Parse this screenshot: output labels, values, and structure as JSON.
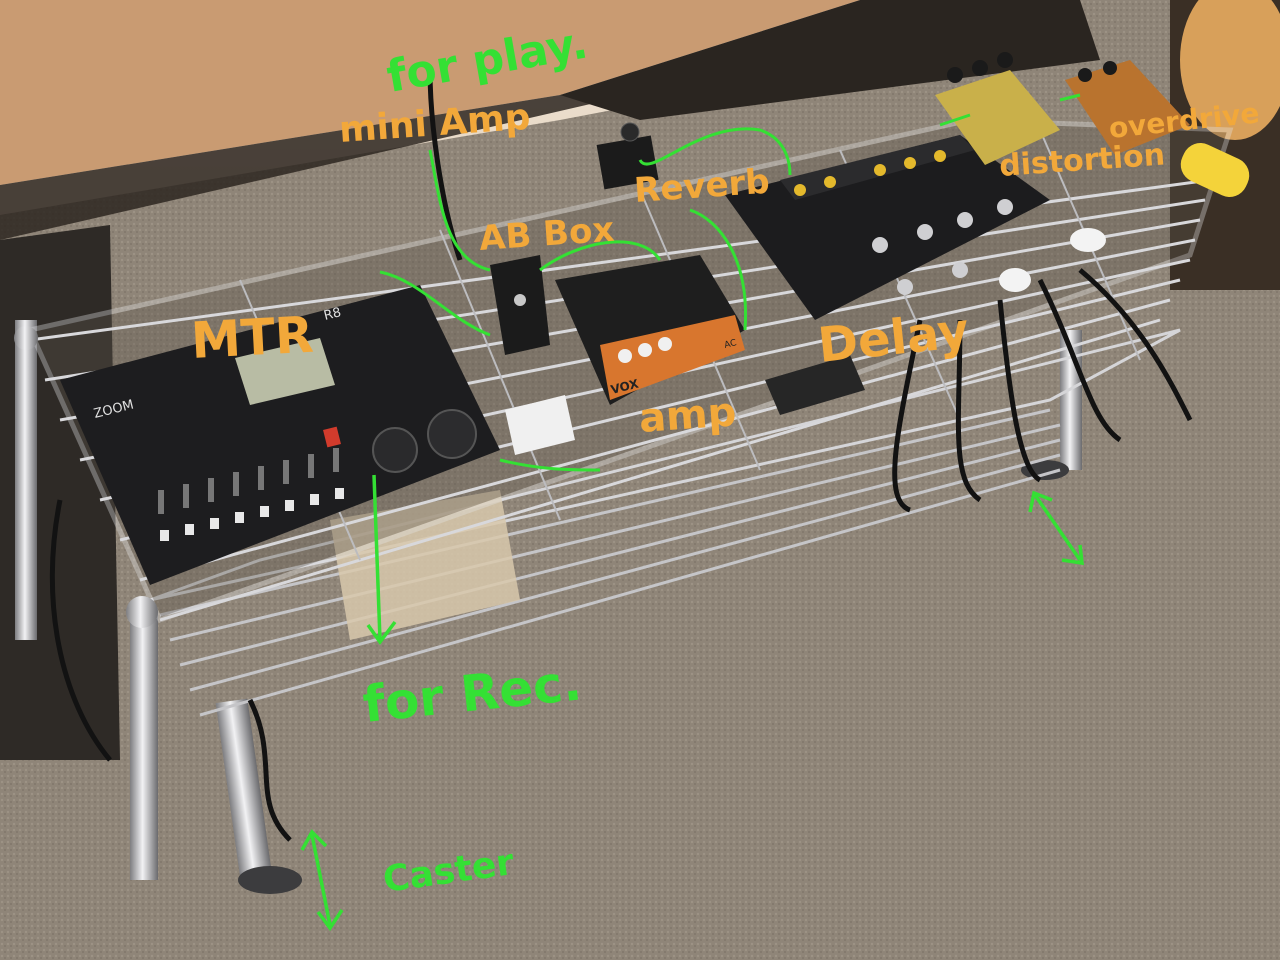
{
  "labels": {
    "for_play": "for play.",
    "mini_amp": "mini Amp",
    "ab_box": "AB Box",
    "reverb": "Reverb",
    "mtr": "MTR",
    "amp": "amp",
    "delay": "Delay",
    "distortion": "distortion",
    "overdrive": "overdrive",
    "for_rec": "for Rec.",
    "caster": "Caster"
  },
  "device_text": {
    "mtr_brand": "ZOOM",
    "mtr_model": "R8",
    "amp_brand": "VOX",
    "amp_model": "AC"
  },
  "colors": {
    "annotation_orange": "#f2a83a",
    "annotation_green": "#34e034",
    "carpet": "#8d8375",
    "wall": "#eadccc",
    "wood": "#c99b72",
    "chrome": "#c9c9cc",
    "device_black": "#1d1d1f",
    "pedal_gold": "#c9b04a",
    "pedal_copper": "#b9732e",
    "amp_orange": "#d8762e"
  },
  "icons": [
    "up-down-arrow-icon",
    "down-arrow-icon"
  ]
}
